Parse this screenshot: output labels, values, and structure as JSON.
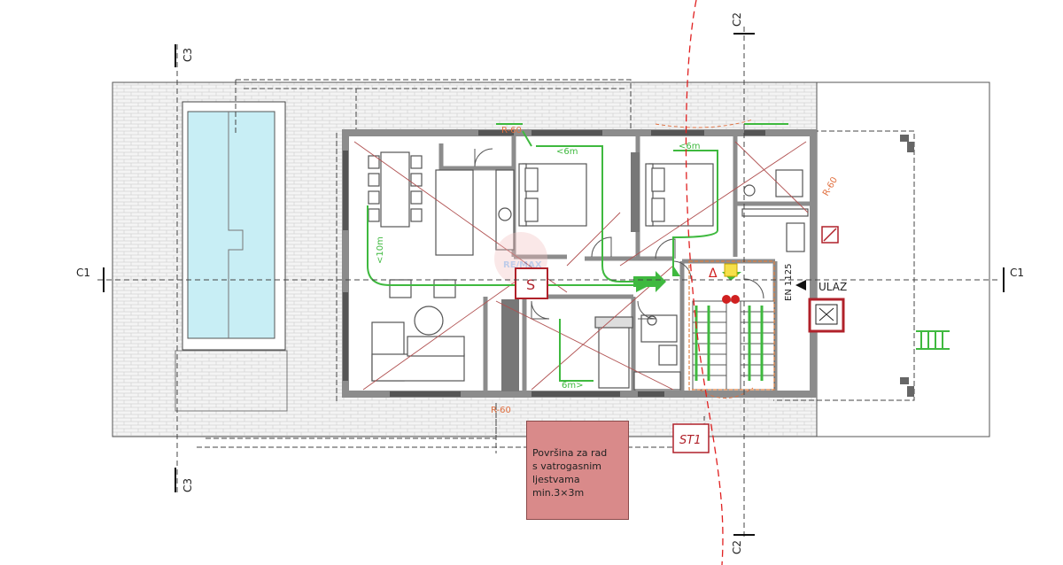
{
  "section_markers": {
    "c1_left": "C1",
    "c1_right": "C1",
    "c2_top": "C2",
    "c2_bottom": "C2",
    "c3_top": "C3",
    "c3_bottom": "C3"
  },
  "distance_labels": {
    "top_room_1": "<6m",
    "top_room_2": "<6m",
    "living_room": "<10m",
    "bottom_room": "6m>"
  },
  "radius_labels": {
    "top": "R-60",
    "right": "R-60",
    "bottom": "R-60"
  },
  "entrance": {
    "label": "ULAZ",
    "standard": "EN 1125"
  },
  "symbols": {
    "s_box": "S",
    "st1_box": "ST1",
    "delta": "Δ"
  },
  "note": {
    "lines": [
      "Površina za rad",
      "s vatrogasnim",
      "ljestvama",
      "min.3×3m"
    ]
  },
  "colors": {
    "pool": "#c8eef5",
    "wall": "#9a9a9a",
    "fire_red": "#b0212a",
    "route_green": "#3fb93f",
    "note_fill": "#d98a8a",
    "section_red": "#e02020"
  }
}
